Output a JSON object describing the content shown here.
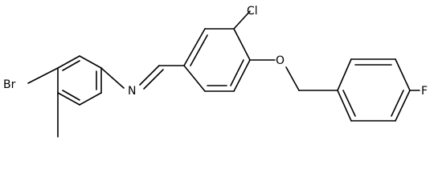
{
  "molecule": {
    "atom_labels": {
      "bromine": "Br",
      "nitrogen": "N",
      "chlorine": "Cl",
      "oxygen": "O",
      "fluorine": "F"
    }
  },
  "colors": {
    "bond": "#000000",
    "label": "#000000",
    "background": "#ffffff"
  }
}
